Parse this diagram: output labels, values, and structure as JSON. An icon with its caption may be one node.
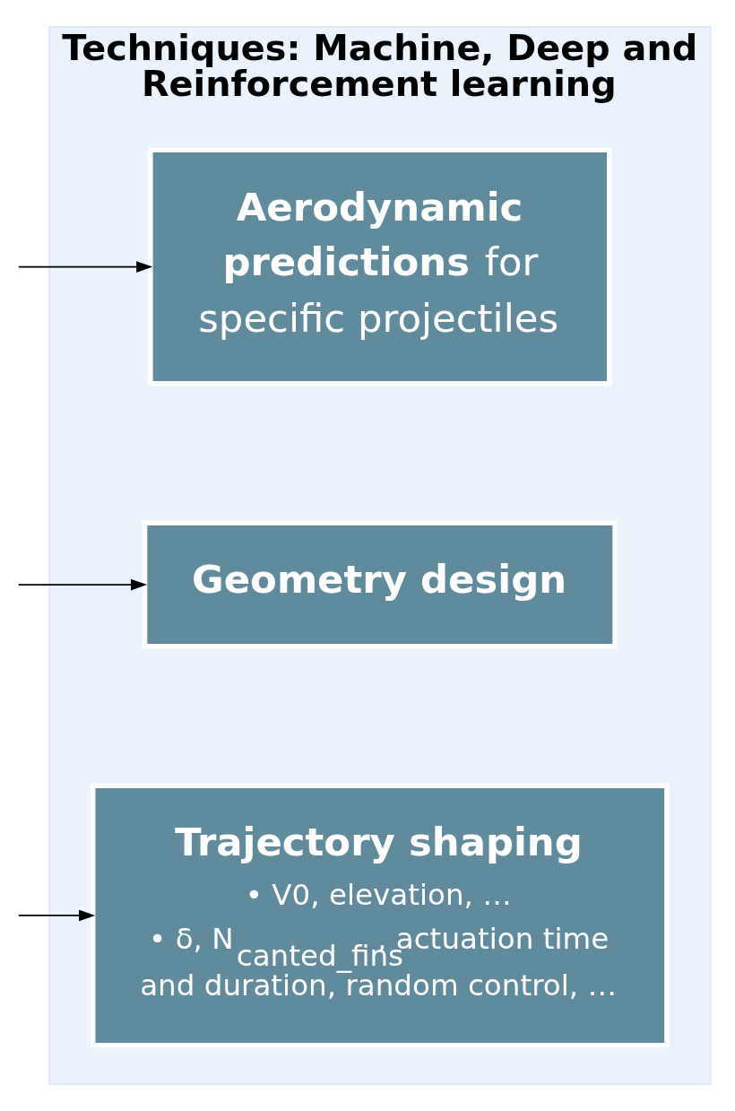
{
  "diagram": {
    "nodes": [
      {
        "text": [
          "Techniques: Machine, Deep and Reinforcement learning"
        ]
      },
      {
        "text": [
          "**Aerodynamic predictions** for specific projectiles"
        ],
        "in": 0
      },
      {
        "text": [
          "Geometry design"
        ],
        "in": 0
      },
      {
        "text": [
          "Trajectory shaping",
          "• V0, elevation, …",
          "• δ, N$_{canted_fins}$, actuation time and duration, random control, …"
        ],
        "in": 0
      }
    ],
    "edges": [
      {
        "from": null,
        "to": 1,
        "arrow": "to"
      },
      {
        "from": null,
        "to": 2,
        "arrow": "to"
      },
      {
        "from": null,
        "to": 3,
        "arrow": "to"
      }
    ]
  }
}
